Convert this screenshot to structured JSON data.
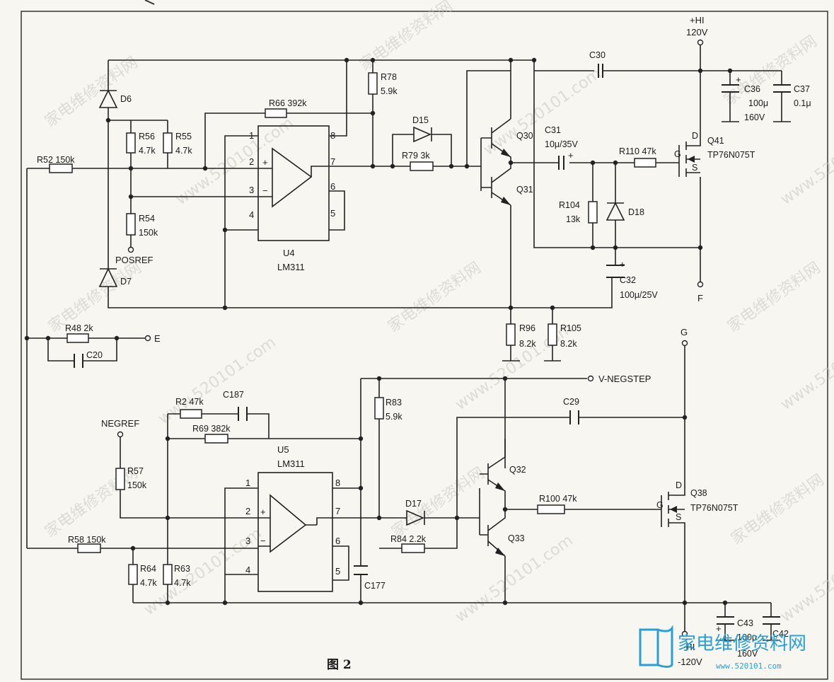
{
  "figure_title": "图 2",
  "watermarks": [
    "家电维修资料网",
    "www.520101.com"
  ],
  "logo": {
    "text": "家电维修资料网",
    "url": "www.520101.com",
    "color": "#2a9fd6"
  },
  "colors": {
    "wire": "#222222",
    "paper": "#f7f6f1",
    "watermark": "#c9c6c0"
  },
  "rails": {
    "hi": {
      "name": "+HI",
      "voltage": "120V"
    },
    "f": {
      "name": "F"
    },
    "g": {
      "name": "G"
    },
    "lo": {
      "name": "-HI",
      "voltage": "-120V"
    },
    "e": {
      "name": "E"
    },
    "v_negstep": {
      "name": "V-NEGSTEP"
    },
    "posref": {
      "name": "POSREF"
    },
    "negref": {
      "name": "NEGREF"
    }
  },
  "ics": {
    "u4": {
      "ref": "U4",
      "part": "LM311",
      "pins": [
        "1",
        "2",
        "3",
        "4",
        "8",
        "7",
        "6",
        "5"
      ],
      "plus": "+",
      "minus": "−"
    },
    "u5": {
      "ref": "U5",
      "part": "LM311",
      "pins": [
        "1",
        "2",
        "3",
        "4",
        "8",
        "7",
        "6",
        "5"
      ],
      "plus": "+",
      "minus": "−"
    }
  },
  "resistors": {
    "r52": {
      "ref": "R52",
      "value": "150k"
    },
    "r56": {
      "ref": "R56",
      "value": "4.7k"
    },
    "r55": {
      "ref": "R55",
      "value": "4.7k"
    },
    "r54": {
      "ref": "R54",
      "value": "150k"
    },
    "r66": {
      "ref": "R66",
      "value": "392k"
    },
    "r78": {
      "ref": "R78",
      "value": "5.9k"
    },
    "r79": {
      "ref": "R79",
      "value": "3k"
    },
    "r110": {
      "ref": "R110",
      "value": "47k"
    },
    "r104": {
      "ref": "R104",
      "value": "13k"
    },
    "r96": {
      "ref": "R96",
      "value": "8.2k"
    },
    "r105": {
      "ref": "R105",
      "value": "8.2k"
    },
    "r48": {
      "ref": "R48",
      "value": "2k"
    },
    "r2": {
      "ref": "R2",
      "value": "47k"
    },
    "r69": {
      "ref": "R69",
      "value": "382k"
    },
    "r83": {
      "ref": "R83",
      "value": "5.9k"
    },
    "r57": {
      "ref": "R57",
      "value": "150k"
    },
    "r58": {
      "ref": "R58",
      "value": "150k"
    },
    "r64": {
      "ref": "R64",
      "value": "4.7k"
    },
    "r63": {
      "ref": "R63",
      "value": "4.7k"
    },
    "r84": {
      "ref": "R84",
      "value": "2.2k"
    },
    "r100": {
      "ref": "R100",
      "value": "47k"
    }
  },
  "capacitors": {
    "c30": {
      "ref": "C30"
    },
    "c36": {
      "ref": "C36",
      "value": "100μ",
      "voltage": "160V"
    },
    "c37": {
      "ref": "C37",
      "value": "0.1μ"
    },
    "c31": {
      "ref": "C31",
      "value": "10μ/35V"
    },
    "c32": {
      "ref": "C32",
      "value": "100μ/25V"
    },
    "c20": {
      "ref": "C20"
    },
    "c187": {
      "ref": "C187"
    },
    "c29": {
      "ref": "C29"
    },
    "c177": {
      "ref": "C177"
    },
    "c43": {
      "ref": "C43",
      "value": "100μ",
      "voltage": "160V"
    },
    "c42": {
      "ref": "C42"
    }
  },
  "diodes": {
    "d6": {
      "ref": "D6"
    },
    "d7": {
      "ref": "D7"
    },
    "d15": {
      "ref": "D15"
    },
    "d18": {
      "ref": "D18"
    },
    "d17": {
      "ref": "D17"
    }
  },
  "transistors": {
    "q30": {
      "ref": "Q30"
    },
    "q31": {
      "ref": "Q31"
    },
    "q32": {
      "ref": "Q32"
    },
    "q33": {
      "ref": "Q33"
    },
    "q41": {
      "ref": "Q41",
      "part": "TP76N075T",
      "d": "D",
      "g": "G",
      "s": "S"
    },
    "q38": {
      "ref": "Q38",
      "part": "TP76N075T",
      "d": "D",
      "g": "G",
      "s": "S"
    }
  },
  "polarity_plus": "+"
}
